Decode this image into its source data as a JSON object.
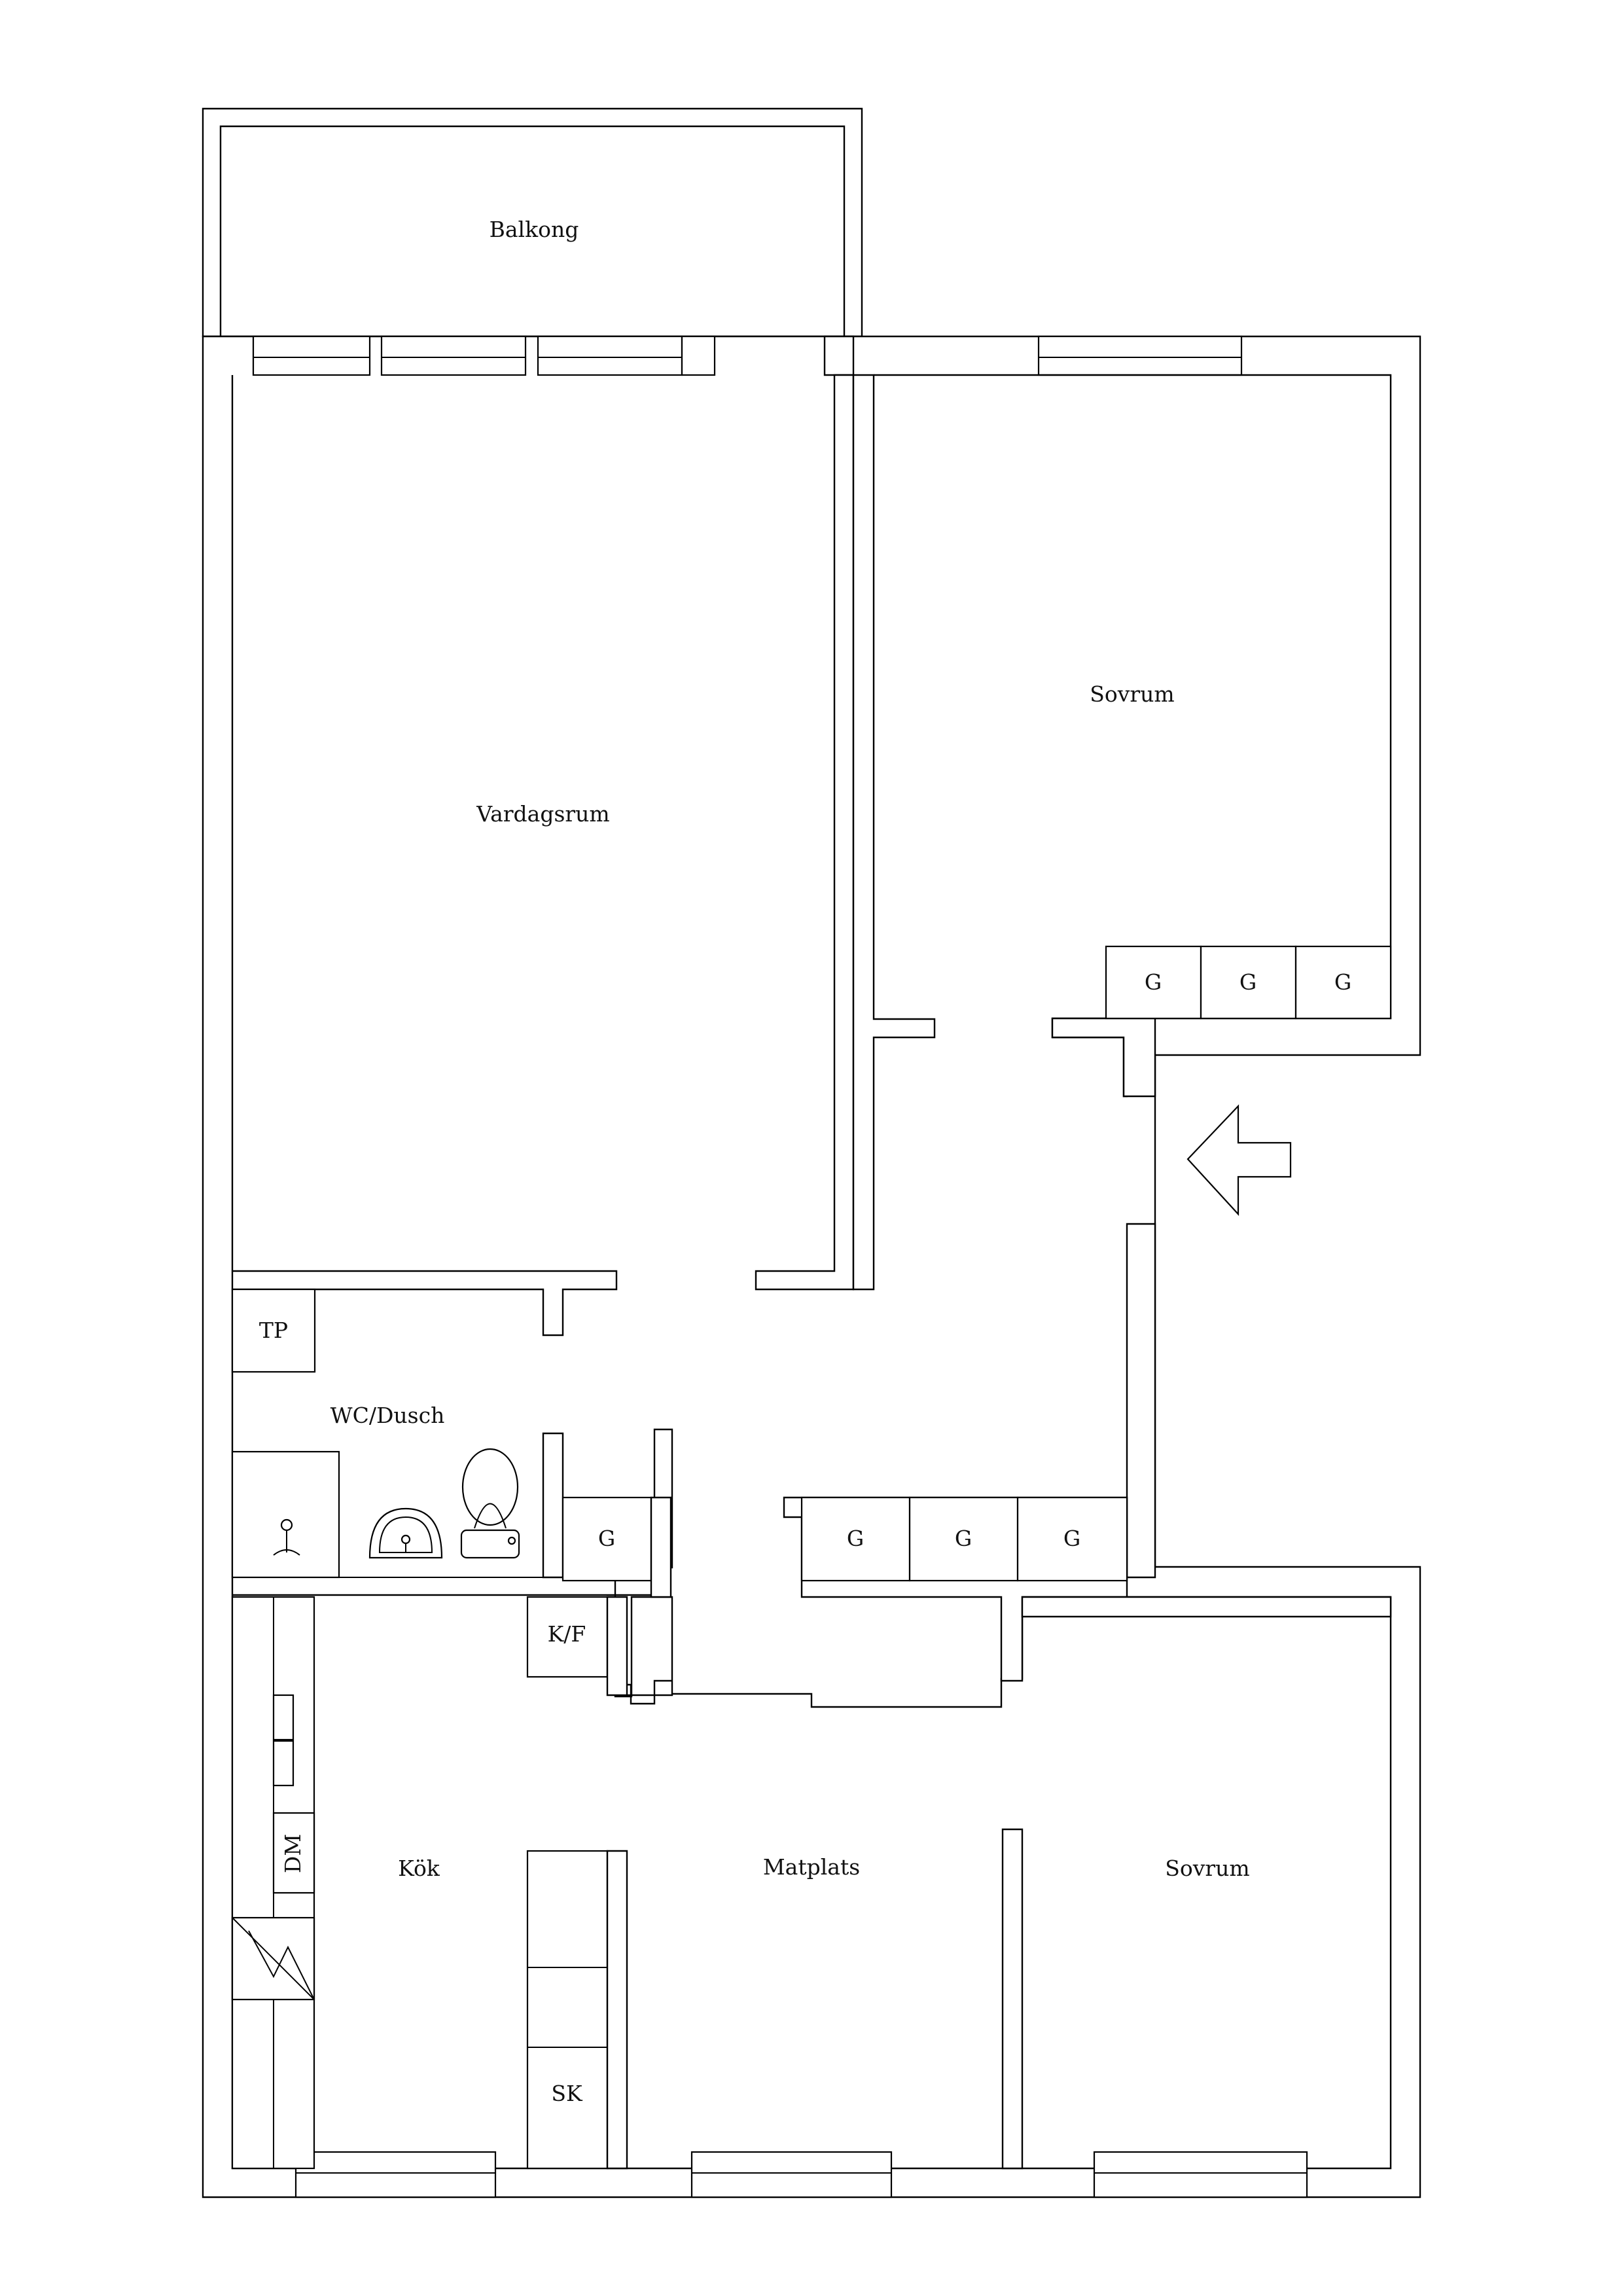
{
  "rooms": {
    "balkong": "Balkong",
    "vardagsrum": "Vardagsrum",
    "sovrum_top": "Sovrum",
    "sovrum_bottom": "Sovrum",
    "wc": "WC/Dusch",
    "kok": "Kök",
    "matplats": "Matplats"
  },
  "fixtures": {
    "tp": "TP",
    "kf": "K/F",
    "dm": "DM",
    "sk": "SK",
    "g": "G"
  },
  "colors": {
    "line": "#000000",
    "background": "#ffffff"
  }
}
